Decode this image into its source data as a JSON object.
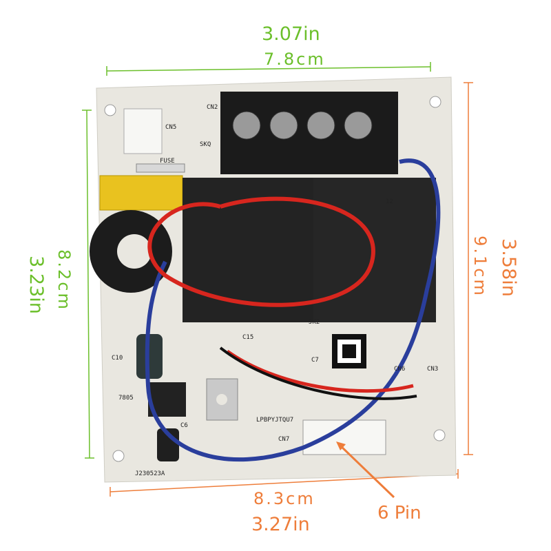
{
  "dimensions": {
    "top": {
      "inches": "3.07in",
      "cm": "7.8cm"
    },
    "left": {
      "cm": "8.2cm",
      "inches": "3.23in"
    },
    "right": {
      "cm": "9.1cm",
      "inches": "3.58in"
    },
    "bottom": {
      "cm": "8.3cm",
      "inches": "3.27in"
    }
  },
  "callout": {
    "label": "6 Pin"
  },
  "board_markings": {
    "cn2": "CN2",
    "cn5": "CN5",
    "fuse": "FUSE",
    "skq": "SKQ",
    "c10": "C10",
    "reg": "7805",
    "c6": "C6",
    "part_no": "J230523A",
    "code": "LPBPYJTQU7",
    "cn7": "CN7",
    "c7": "C7",
    "c15": "C15",
    "cn6": "CN6",
    "jk2": "JK2",
    "cn3": "CN3",
    "relay": "12"
  },
  "colors": {
    "green": "#6bbf2a",
    "orange": "#ee7d3a",
    "board": "#e9e7e0"
  }
}
